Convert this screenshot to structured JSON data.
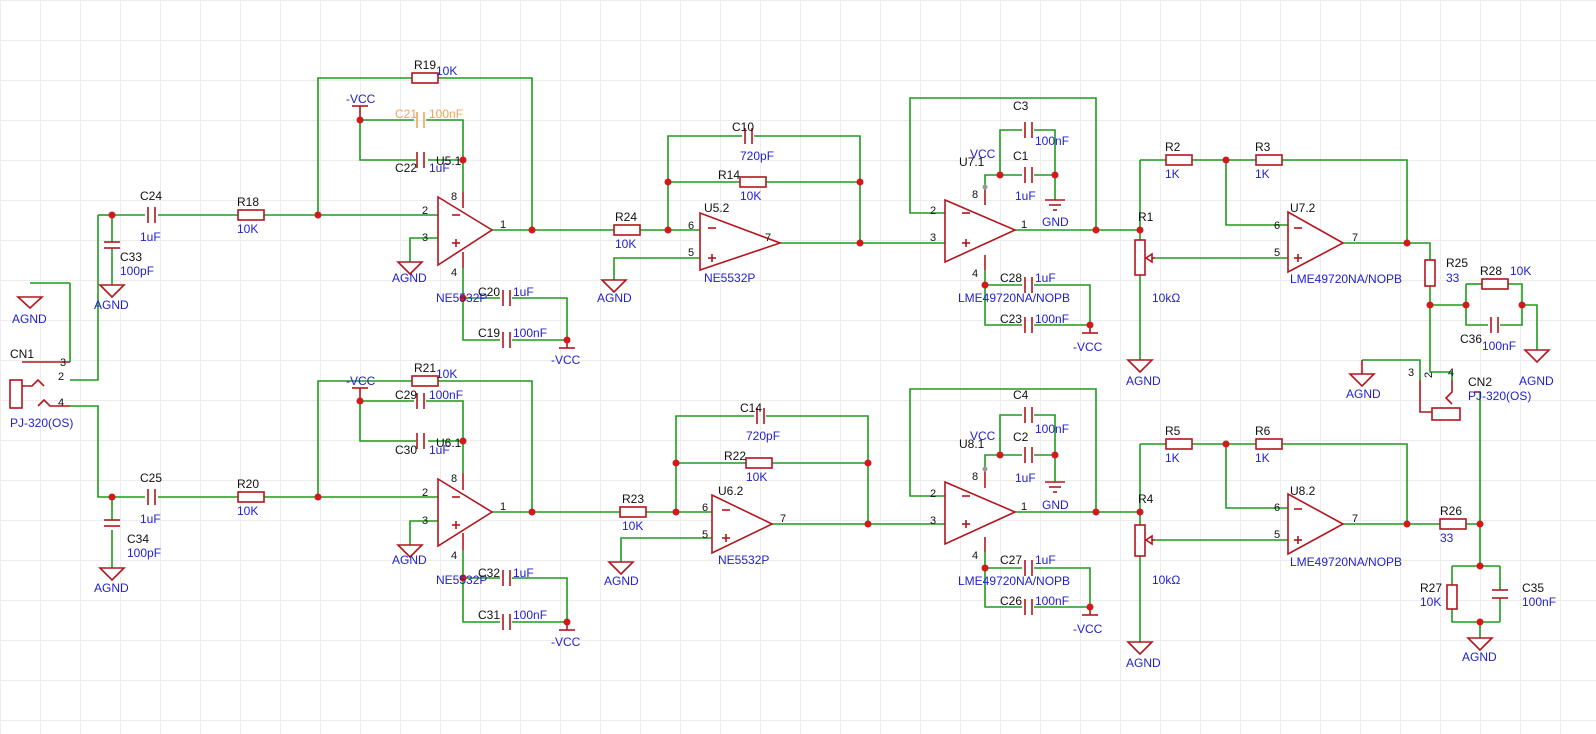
{
  "labels": {
    "u5_1": "U5.1",
    "u5_2": "U5.2",
    "u6_1": "U6.1",
    "u6_2": "U6.2",
    "u7_1": "U7.1",
    "u7_2": "U7.2",
    "u8_1": "U8.1",
    "u8_2": "U8.2",
    "ne5532p": "NE5532P",
    "lme": "LME49720NA/NOPB",
    "r18": "R18",
    "r19": "R19",
    "r20": "R20",
    "r21": "R21",
    "r22": "R22",
    "r23": "R23",
    "r24": "R24",
    "r14": "R14",
    "r2": "R2",
    "r3": "R3",
    "r5": "R5",
    "r6": "R6",
    "r25": "R25",
    "r26": "R26",
    "r27": "R27",
    "r28": "R28",
    "r1": "R1",
    "r4": "R4",
    "c1": "C1",
    "c2": "C2",
    "c3": "C3",
    "c4": "C4",
    "c10": "C10",
    "c14": "C14",
    "c19": "C19",
    "c20": "C20",
    "c21": "C21",
    "c22": "C22",
    "c23": "C23",
    "c24": "C24",
    "c25": "C25",
    "c26": "C26",
    "c27": "C27",
    "c28": "C28",
    "c29": "C29",
    "c30": "C30",
    "c31": "C31",
    "c32": "C32",
    "c33": "C33",
    "c34": "C34",
    "c35": "C35",
    "c36": "C36",
    "cn1": "CN1",
    "cn2": "CN2",
    "pj320": "PJ-320(OS)"
  },
  "values": {
    "v10k": "10K",
    "v1k": "1K",
    "v33": "33",
    "v1uf": "1uF",
    "v100nf": "100nF",
    "v100pf": "100pF",
    "v720pf": "720pF",
    "v10kohm": "10kΩ"
  },
  "nets": {
    "agnd": "AGND",
    "gnd": "GND",
    "vcc": "VCC",
    "nvcc": "-VCC"
  },
  "pins": {
    "p1": "1",
    "p2": "2",
    "p3": "3",
    "p4": "4",
    "p5": "5",
    "p6": "6",
    "p7": "7",
    "p8": "8"
  },
  "colors": {
    "wire": "#1e9b1e",
    "symbol": "#b3161e",
    "junction": "#d21a1a",
    "ref_text": "#111111",
    "value_text": "#1f1fcf",
    "highlight": "#f0a35a"
  }
}
